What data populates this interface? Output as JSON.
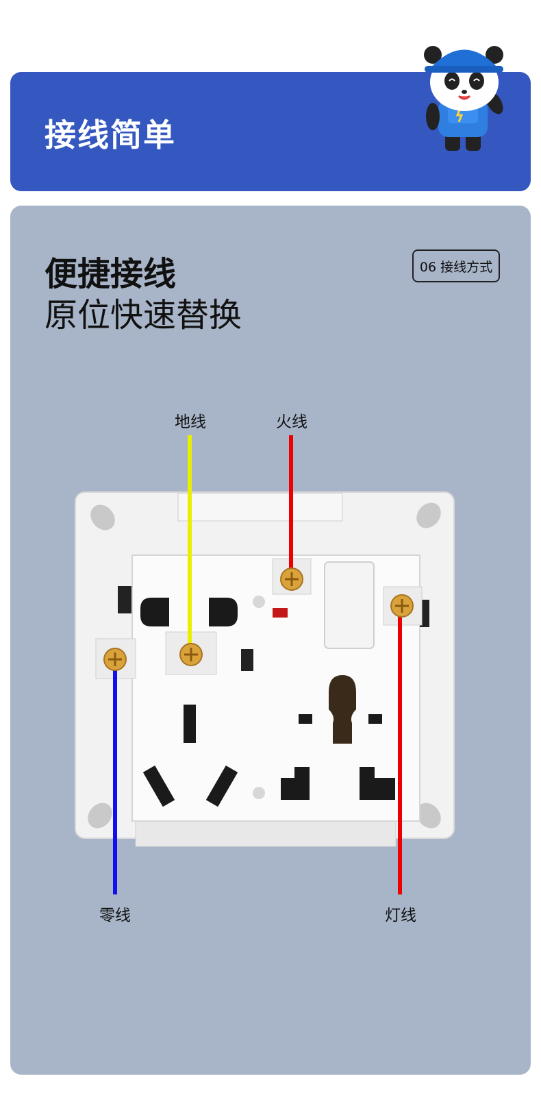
{
  "banner": {
    "title": "接线简单"
  },
  "content": {
    "headline_line1": "便捷接线",
    "headline_line2": "原位快速替换",
    "section_tag": "06 接线方式"
  },
  "wires": {
    "ground": {
      "label": "地线",
      "color": "#e8f000"
    },
    "live": {
      "label": "火线",
      "color": "#ee0000"
    },
    "neutral": {
      "label": "零线",
      "color": "#1010ee"
    },
    "lamp": {
      "label": "灯线",
      "color": "#ee0000"
    }
  },
  "colors": {
    "banner": "#3458c0",
    "panel": "#a8b5c8",
    "screw": "#d9a23a"
  }
}
